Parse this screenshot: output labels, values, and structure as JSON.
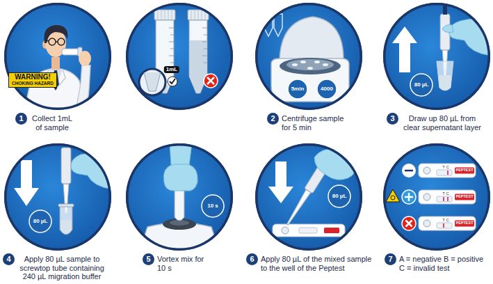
{
  "diagram": {
    "nodes": [
      {
        "text": [
          "WARNING!",
          "CHOKING HAZARD"
        ]
      },
      {
        "text": [
          "1mL"
        ]
      },
      {
        "text": [
          "5min",
          "4000"
        ]
      },
      {
        "text": [
          "80 µL"
        ]
      },
      {
        "text": [
          "1",
          "Collect 1mL of sample"
        ]
      },
      {
        "text": [
          "2",
          "Centrifuge sample for 5 min"
        ]
      },
      {
        "text": [
          "3",
          "Draw up 80 µL from clear supernatant layer"
        ]
      },
      {
        "text": [
          "80 µL"
        ]
      },
      {
        "text": [
          "10 s"
        ]
      },
      {
        "text": [
          "80 µL"
        ]
      },
      {
        "text": [
          "T C",
          "PEPTEST",
          "T C",
          "PEPTEST",
          "T C",
          "PEPTEST"
        ]
      },
      {
        "text": [
          "4",
          "Apply 80 µL sample to screwtop tube containing 240 µL migration buffer"
        ]
      },
      {
        "text": [
          "5",
          "Vortex mix for 10 s"
        ]
      },
      {
        "text": [
          "6",
          "Apply 80 µL of the mixed sample to the well of the Peptest"
        ]
      },
      {
        "text": [
          "7",
          "A = negative B = positive C = invalid test"
        ]
      }
    ]
  }
}
